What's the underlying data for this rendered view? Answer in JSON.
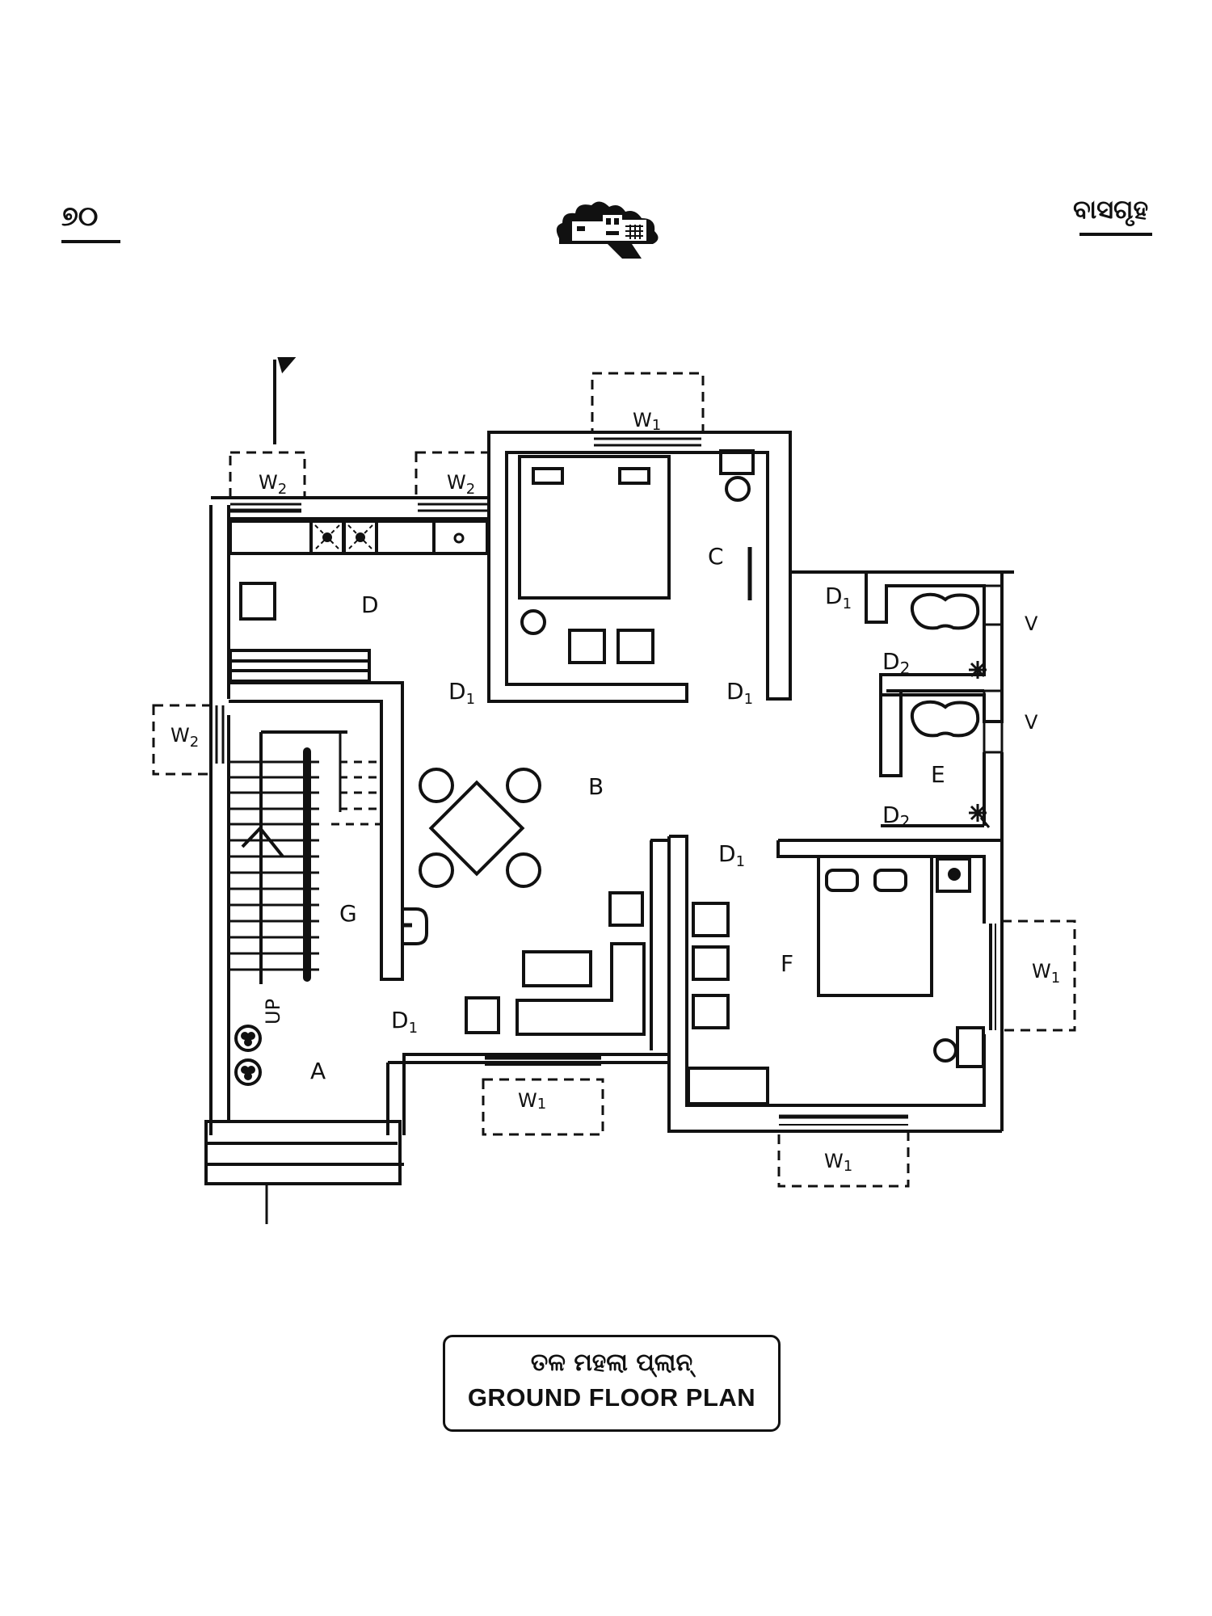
{
  "header": {
    "page_number": "୭୦",
    "running_head": "ବାସଗୃହ",
    "logo_icon": "house-with-trees-icon"
  },
  "plan": {
    "rooms": [
      {
        "id": "A",
        "label": "A"
      },
      {
        "id": "B",
        "label": "B"
      },
      {
        "id": "C",
        "label": "C"
      },
      {
        "id": "D",
        "label": "D"
      },
      {
        "id": "E",
        "label": "E"
      },
      {
        "id": "F",
        "label": "F"
      },
      {
        "id": "G",
        "label": "G"
      }
    ],
    "doors": {
      "d1": "D",
      "d1_sub": "1",
      "d2": "D",
      "d2_sub": "2"
    },
    "windows": {
      "w1": "W",
      "w1_sub": "1",
      "w2": "W",
      "w2_sub": "2"
    },
    "ventilator": "V",
    "stair_label": "UP"
  },
  "caption": {
    "odia": "ତଳ ମହଲା ପ୍ଲାନ୍",
    "english": "GROUND FLOOR PLAN"
  }
}
